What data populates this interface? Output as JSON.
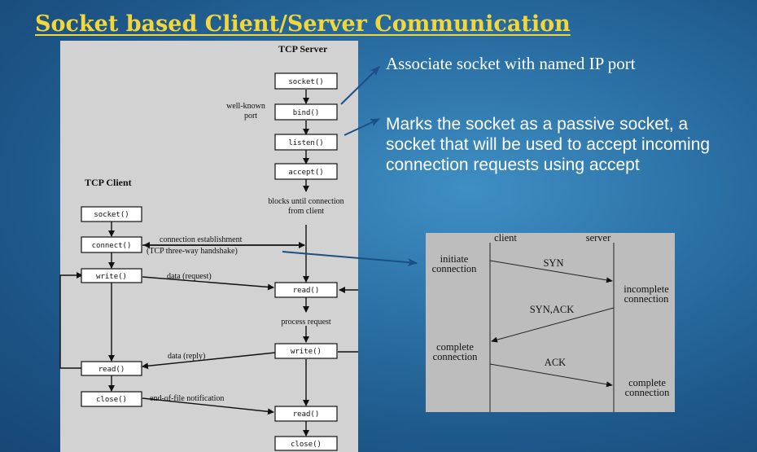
{
  "title": "Socket based Client/Server Communication",
  "notes": {
    "bind": "Associate socket with named IP port",
    "listen": "Marks the socket as a passive socket, a socket that will be used to accept incoming connection requests using accept"
  },
  "flow": {
    "server_title": "TCP Server",
    "client_title": "TCP Client",
    "server_calls": {
      "socket": "socket()",
      "bind": "bind()",
      "listen": "listen()",
      "accept": "accept()",
      "read1": "read()",
      "write": "write()",
      "read2": "read()",
      "close": "close()"
    },
    "client_calls": {
      "socket": "socket()",
      "connect": "connect()",
      "write": "write()",
      "read": "read()",
      "close": "close()"
    },
    "labels": {
      "well_known": "well-known",
      "port": "port",
      "blocks": "blocks until connection",
      "from_client": "from client",
      "conn_est": "connection establishment",
      "handshake": "(TCP three-way handshake)",
      "data_request": "data (request)",
      "process_request": "process request",
      "data_reply": "data (reply)",
      "eof": "end-of-file notification"
    }
  },
  "handshake": {
    "client": "client",
    "server": "server",
    "initiate": "initiate",
    "initiate2": "connection",
    "syn": "SYN",
    "incomplete": "incomplete",
    "incomplete2": "connection",
    "synack": "SYN,ACK",
    "complete_c": "complete",
    "complete_c2": "connection",
    "ack": "ACK",
    "complete_s": "complete",
    "complete_s2": "connection"
  },
  "colors": {
    "title": "#f2d63a",
    "arrow": "#1b4f86"
  }
}
